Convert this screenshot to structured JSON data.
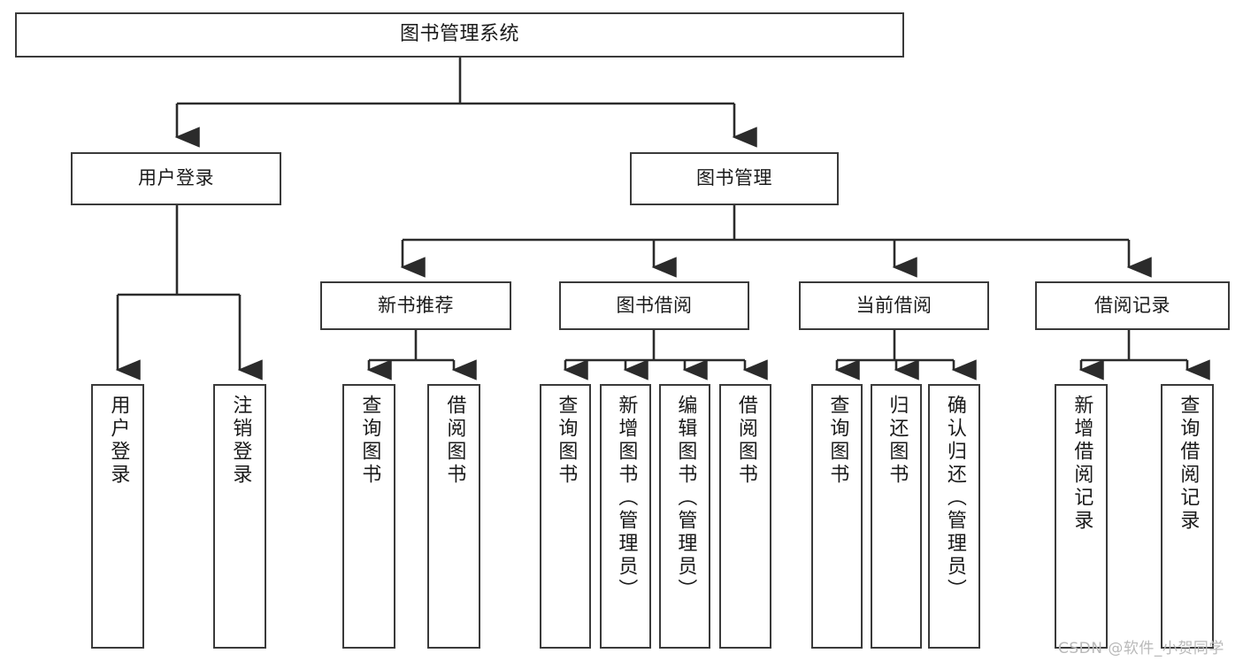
{
  "diagram": {
    "title": "图书管理系统",
    "type": "tree-hierarchy",
    "watermark": "CSDN @软件_小贺同学",
    "colors": {
      "box_border": "#3a3a3a",
      "box_fill": "#ffffff",
      "edge": "#2b2b2b",
      "text": "#1a1a1a",
      "watermark": "#b9b9b9",
      "background": "#ffffff"
    }
  },
  "nodes": {
    "root": {
      "label": "图书管理系统",
      "orientation": "horizontal"
    },
    "level2": [
      {
        "id": "user-login",
        "label": "用户登录",
        "orientation": "horizontal"
      },
      {
        "id": "book-management",
        "label": "图书管理",
        "orientation": "horizontal"
      }
    ],
    "level3": [
      {
        "id": "new-book-recommend",
        "label": "新书推荐",
        "orientation": "horizontal"
      },
      {
        "id": "book-borrow",
        "label": "图书借阅",
        "orientation": "horizontal"
      },
      {
        "id": "current-borrow",
        "label": "当前借阅",
        "orientation": "horizontal"
      },
      {
        "id": "borrow-record",
        "label": "借阅记录",
        "orientation": "horizontal"
      }
    ],
    "leaves": {
      "user-login": [
        {
          "id": "leaf-user-login",
          "label": "用户登录",
          "orientation": "vertical"
        },
        {
          "id": "leaf-logout",
          "label": "注销登录",
          "orientation": "vertical"
        }
      ],
      "new-book-recommend": [
        {
          "id": "leaf-query-book-1",
          "label": "查询图书",
          "orientation": "vertical"
        },
        {
          "id": "leaf-borrow-book-1",
          "label": "借阅图书",
          "orientation": "vertical"
        }
      ],
      "book-borrow": [
        {
          "id": "leaf-query-book-2",
          "label": "查询图书",
          "orientation": "vertical"
        },
        {
          "id": "leaf-add-book",
          "label": "新增图书（管理员）",
          "orientation": "vertical"
        },
        {
          "id": "leaf-edit-book",
          "label": "编辑图书（管理员）",
          "orientation": "vertical"
        },
        {
          "id": "leaf-borrow-book-2",
          "label": "借阅图书",
          "orientation": "vertical"
        }
      ],
      "current-borrow": [
        {
          "id": "leaf-query-book-3",
          "label": "查询图书",
          "orientation": "vertical"
        },
        {
          "id": "leaf-return-book",
          "label": "归还图书",
          "orientation": "vertical"
        },
        {
          "id": "leaf-confirm-return",
          "label": "确认归还（管理员）",
          "orientation": "vertical"
        }
      ],
      "borrow-record": [
        {
          "id": "leaf-add-record",
          "label": "新增借阅记录",
          "orientation": "vertical"
        },
        {
          "id": "leaf-query-record",
          "label": "查询借阅记录",
          "orientation": "vertical"
        }
      ]
    }
  }
}
